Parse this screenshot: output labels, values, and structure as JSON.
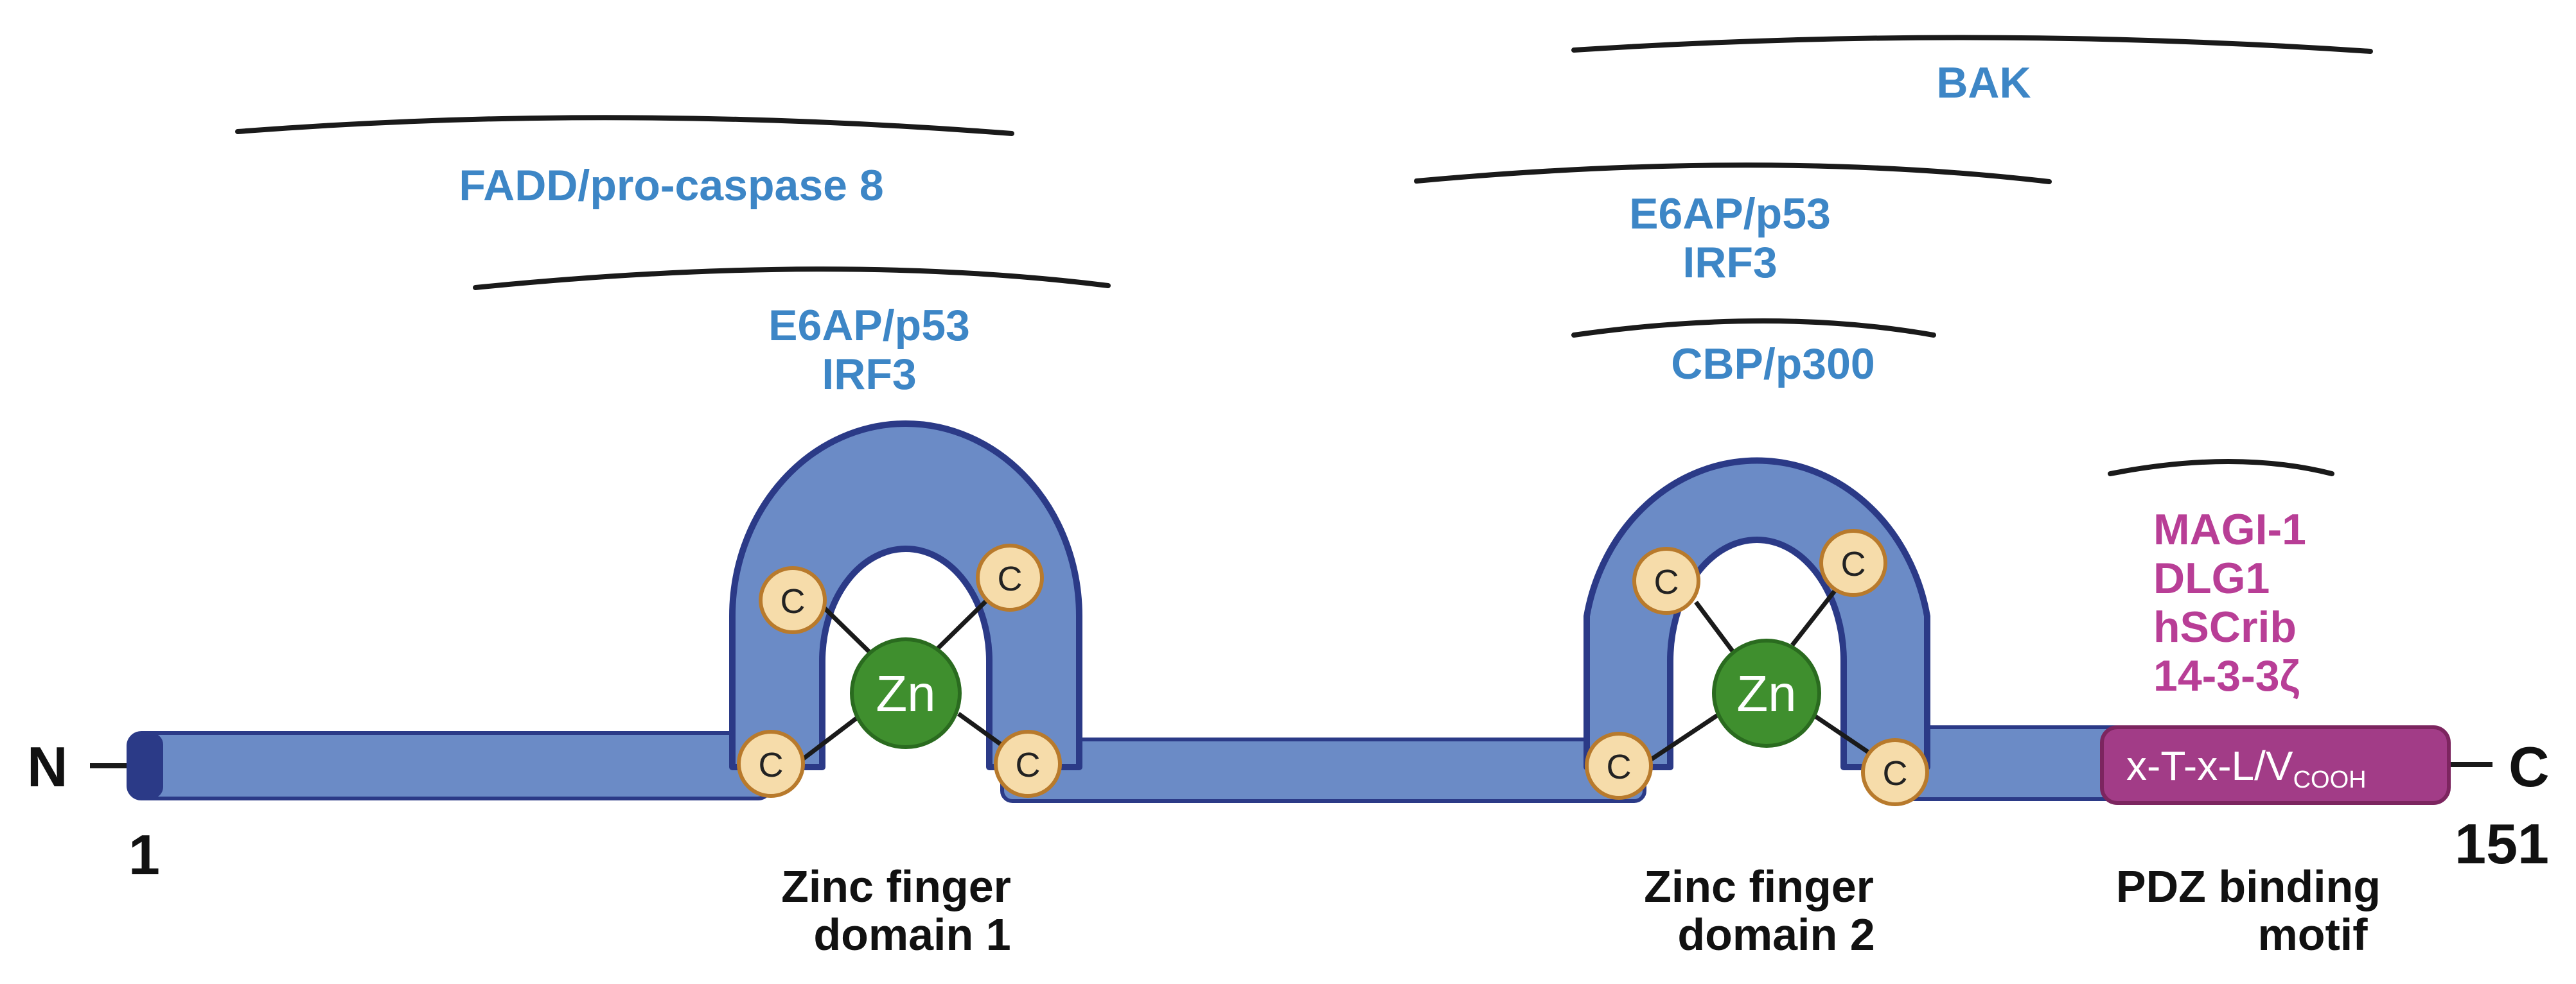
{
  "colors": {
    "protein_fill": "#6b8bc6",
    "protein_edge": "#2b3a87",
    "binding_label": "#3d86c6",
    "pdz_label": "#b83e96",
    "motif_fill": "#a23c87",
    "motif_edge": "#7c255f",
    "zinc_fill": "#3f8f2e",
    "cysteine_fill": "#f6dcaa",
    "cysteine_edge": "#b87a2c"
  },
  "termini": {
    "n_label": "N",
    "c_label": "C",
    "start_residue": "1",
    "end_residue": "151"
  },
  "binding_partners": {
    "fadd": "FADD/pro-caspase 8",
    "e6ap_left_line1": "E6AP/p53",
    "e6ap_left_line2": "IRF3",
    "bak": "BAK",
    "e6ap_right_line1": "E6AP/p53",
    "e6ap_right_line2": "IRF3",
    "cbp": "CBP/p300"
  },
  "pdz_partners": [
    "MAGI-1",
    "DLG1",
    "hSCrib",
    "14-3-3ζ"
  ],
  "zinc_label": "Zn",
  "cysteine_label": "C",
  "motif": {
    "main": "x-T-x-L/V",
    "subscript": "COOH"
  },
  "domains": {
    "zf1_line1": "Zinc finger",
    "zf1_line2": "domain 1",
    "zf2_line1": "Zinc finger",
    "zf2_line2": "domain 2",
    "pdz_line1": "PDZ binding",
    "pdz_line2": "motif"
  }
}
